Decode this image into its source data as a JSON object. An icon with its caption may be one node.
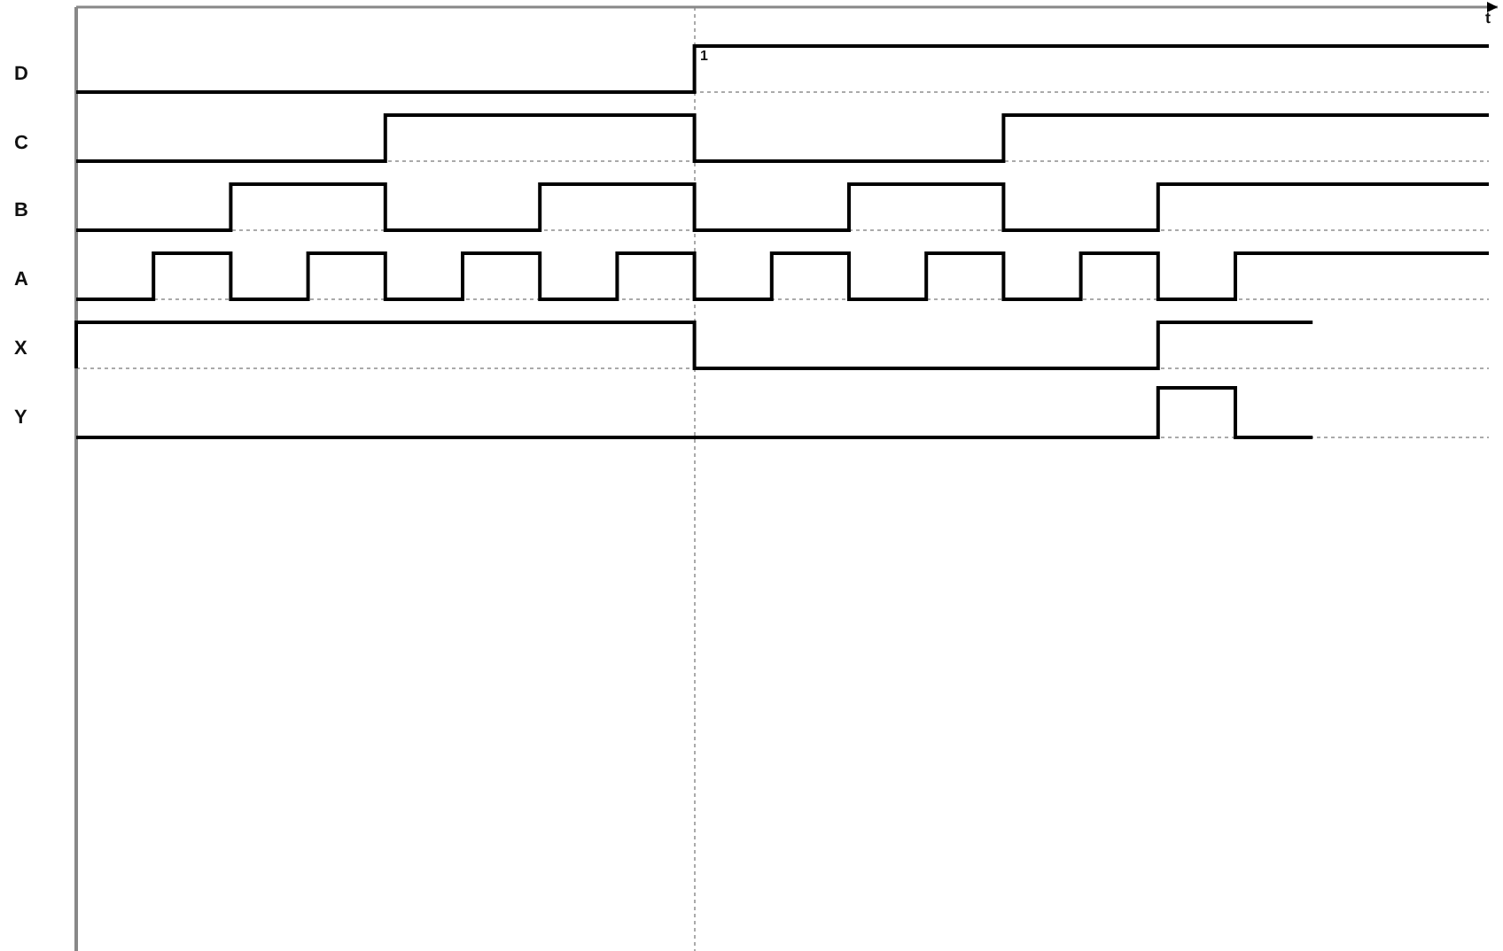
{
  "diagram": {
    "labels": [
      "t",
      "D",
      "1",
      "C",
      "B",
      "A",
      "X",
      "Y"
    ]
  }
}
